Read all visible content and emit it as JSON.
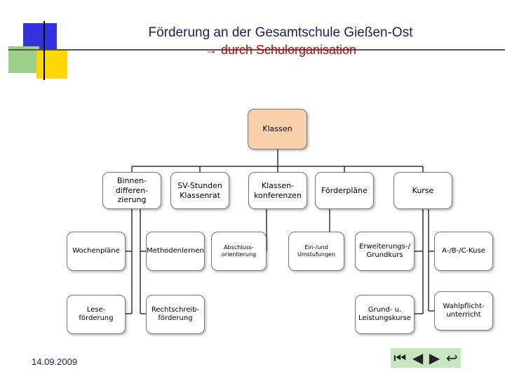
{
  "header": {
    "title": "Förderung an der Gesamtschule Gießen-Ost",
    "subtitle_arrow": "→",
    "subtitle": "durch Schulorganisation"
  },
  "org": {
    "root": "Klassen",
    "level1": [
      "Binnen-\ndifferen-\nzierung",
      "SV-Stunden\nKlassenrat",
      "Klassen-\nkonferenzen",
      "Förderpläne",
      "Kurse"
    ],
    "binnen_children": [
      "Wochenpläne",
      "Lese-\nförderung"
    ],
    "sv_children": [
      "Methodenlernen",
      "Rechtschreib-\nförderung"
    ],
    "konferenzen_children": [
      "Abschluss-\norientierung"
    ],
    "foerder_children": [
      "Ein-/und\nUmstufungen"
    ],
    "kurse_children": [
      "Erweiterungs-/\nGrundkurs",
      "Grund- u.\nLeistungskurse"
    ],
    "kurse_subchildren": [
      "A-/B-/C-Kuse",
      "Wahlpflicht-\nunterricht"
    ]
  },
  "footer": {
    "date": "14.09.2009"
  },
  "nav": {
    "first": "⏮",
    "back": "◀",
    "forward": "▶",
    "return": "↩"
  },
  "colors": {
    "root_fill": "#fbd0ac",
    "title": "#1a1a66",
    "subtitle": "#cc0000",
    "nav_bg": "#c8e6c0"
  }
}
